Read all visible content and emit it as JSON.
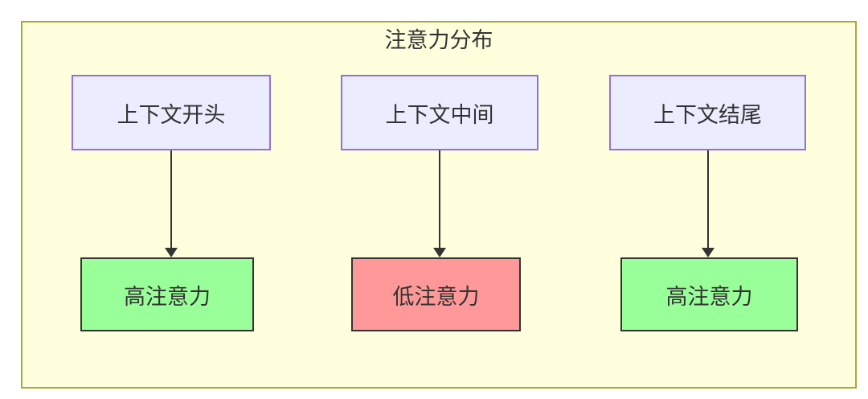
{
  "diagram": {
    "title": "注意力分布",
    "type": "flowchart-top-down",
    "colors": {
      "container_bg": "#ffffde",
      "container_border": "#aaaa33",
      "context_node_bg": "#ececff",
      "context_node_border": "#9370db",
      "high_attention_bg": "#99ff99",
      "low_attention_bg": "#ff9999",
      "result_node_border": "#333333",
      "arrow": "#333333",
      "text": "#333333"
    },
    "columns": [
      {
        "source": "上下文开头",
        "result": "高注意力",
        "level": "high"
      },
      {
        "source": "上下文中间",
        "result": "低注意力",
        "level": "low"
      },
      {
        "source": "上下文结尾",
        "result": "高注意力",
        "level": "high"
      }
    ]
  }
}
